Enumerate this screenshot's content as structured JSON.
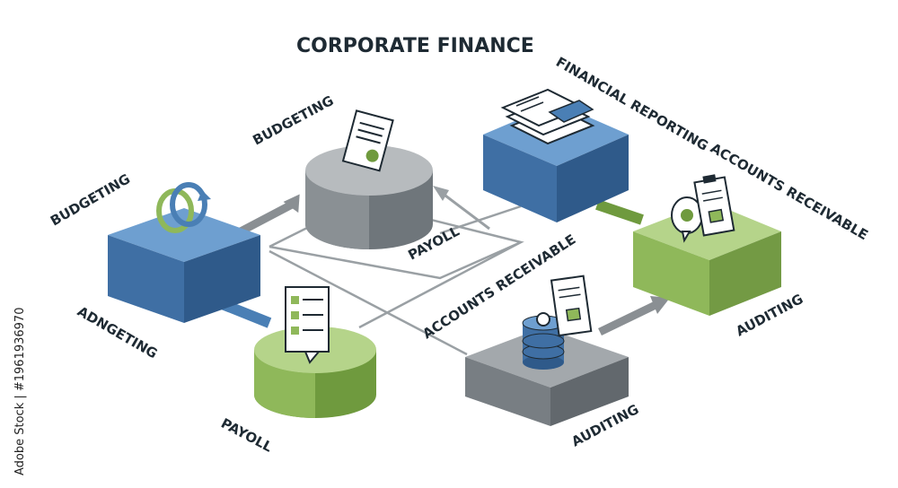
{
  "title": "CORPORATE FINANCE",
  "labels": {
    "budgeting_left": "BUDGETING",
    "adngeting": "ADNGETING",
    "budgeting_top": "BUDGETING",
    "payoll_mid": "PAYOLL",
    "financial_reporting": "FINANCIAL REPORTING",
    "accounts_receivable_right": "ACCOUNTS RECEIVABLE",
    "accounts_receivable_center": "ACCOUNTS RECEIVABLE",
    "auditing_right": "AUDITING",
    "auditing_bottom": "AUDITING",
    "payoll_bottom": "PAYOLL"
  },
  "side_text": "Adobe Stock | #1961936970",
  "colors": {
    "blue": "#4a7fb5",
    "green": "#8fb85a",
    "gray": "#8a8f93",
    "ink": "#1e2a33"
  },
  "icons": [
    "sync-icon",
    "document-chart-icon",
    "stacked-reports-icon",
    "gear-coins-icon",
    "checklist-icon",
    "clipboard-check-icon"
  ]
}
